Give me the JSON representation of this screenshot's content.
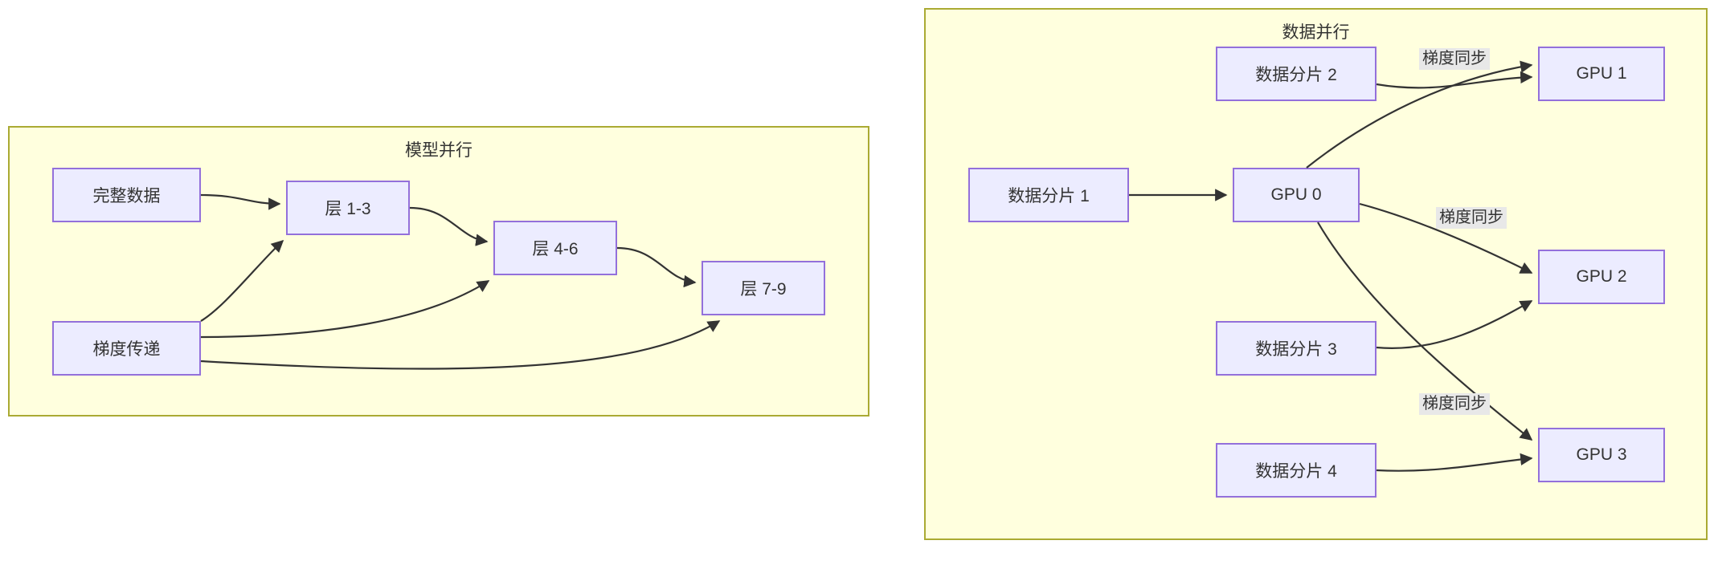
{
  "diagram": {
    "type": "flowchart",
    "panels": [
      {
        "id": "model-parallel",
        "title": "模型并行",
        "nodes": [
          {
            "id": "full-data",
            "label": "完整数据"
          },
          {
            "id": "grad-pass",
            "label": "梯度传递"
          },
          {
            "id": "layer-1-3",
            "label": "层 1-3"
          },
          {
            "id": "layer-4-6",
            "label": "层 4-6"
          },
          {
            "id": "layer-7-9",
            "label": "层 7-9"
          }
        ],
        "edges": [
          {
            "from": "full-data",
            "to": "layer-1-3",
            "label": ""
          },
          {
            "from": "layer-1-3",
            "to": "layer-4-6",
            "label": ""
          },
          {
            "from": "layer-4-6",
            "to": "layer-7-9",
            "label": ""
          },
          {
            "from": "grad-pass",
            "to": "layer-1-3",
            "label": ""
          },
          {
            "from": "grad-pass",
            "to": "layer-4-6",
            "label": ""
          },
          {
            "from": "grad-pass",
            "to": "layer-7-9",
            "label": ""
          }
        ]
      },
      {
        "id": "data-parallel",
        "title": "数据并行",
        "nodes": [
          {
            "id": "shard-1",
            "label": "数据分片 1"
          },
          {
            "id": "shard-2",
            "label": "数据分片 2"
          },
          {
            "id": "shard-3",
            "label": "数据分片 3"
          },
          {
            "id": "shard-4",
            "label": "数据分片 4"
          },
          {
            "id": "gpu-0",
            "label": "GPU 0"
          },
          {
            "id": "gpu-1",
            "label": "GPU 1"
          },
          {
            "id": "gpu-2",
            "label": "GPU 2"
          },
          {
            "id": "gpu-3",
            "label": "GPU 3"
          }
        ],
        "edges": [
          {
            "from": "shard-1",
            "to": "gpu-0",
            "label": ""
          },
          {
            "from": "shard-2",
            "to": "gpu-1",
            "label": ""
          },
          {
            "from": "shard-3",
            "to": "gpu-2",
            "label": ""
          },
          {
            "from": "shard-4",
            "to": "gpu-3",
            "label": ""
          },
          {
            "from": "gpu-0",
            "to": "gpu-1",
            "label": "梯度同步"
          },
          {
            "from": "gpu-0",
            "to": "gpu-2",
            "label": "梯度同步"
          },
          {
            "from": "gpu-0",
            "to": "gpu-3",
            "label": "梯度同步"
          }
        ]
      }
    ],
    "edge_labels": {
      "grad_sync_1": "梯度同步",
      "grad_sync_2": "梯度同步",
      "grad_sync_3": "梯度同步"
    },
    "colors": {
      "panel_fill": "#ffffde",
      "panel_stroke": "#aaaa33",
      "node_fill": "#ececff",
      "node_stroke": "#9370db",
      "edge_stroke": "#333333",
      "text": "#333333",
      "label_bg": "#e8e8e8"
    }
  }
}
